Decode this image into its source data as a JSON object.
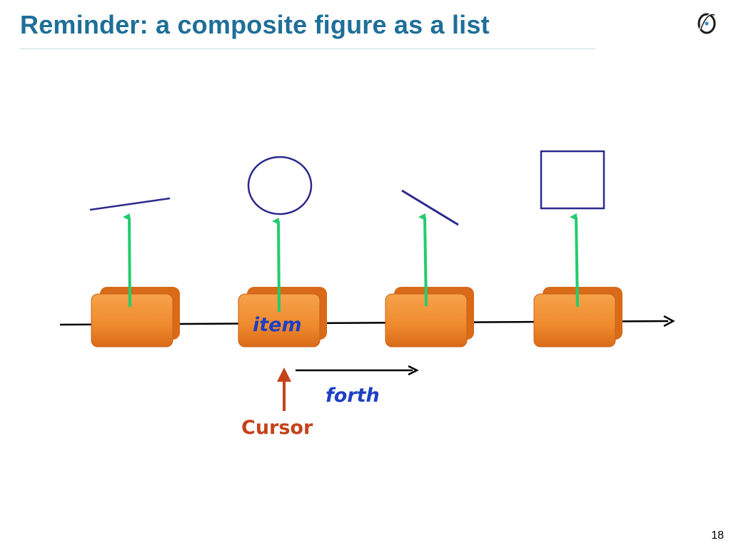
{
  "slide": {
    "title": "Reminder: a composite figure as a list",
    "page_number": "18",
    "logo_icon": "eiffel-logo-icon"
  },
  "diagram": {
    "labels": {
      "item": "item",
      "forth": "forth",
      "cursor": "Cursor"
    },
    "nodes": [
      {
        "figure": "line"
      },
      {
        "figure": "circle"
      },
      {
        "figure": "line"
      },
      {
        "figure": "square"
      }
    ],
    "colors": {
      "title": "#1f6f98",
      "node_fill": "#ef8a2e",
      "node_dark": "#d86a18",
      "reference_arrow": "#22cc6e",
      "figure_stroke": "#2b2a8c",
      "cursor_arrow": "#c4431a",
      "label_blue": "#1d3fc4",
      "list_line": "#000000"
    }
  }
}
